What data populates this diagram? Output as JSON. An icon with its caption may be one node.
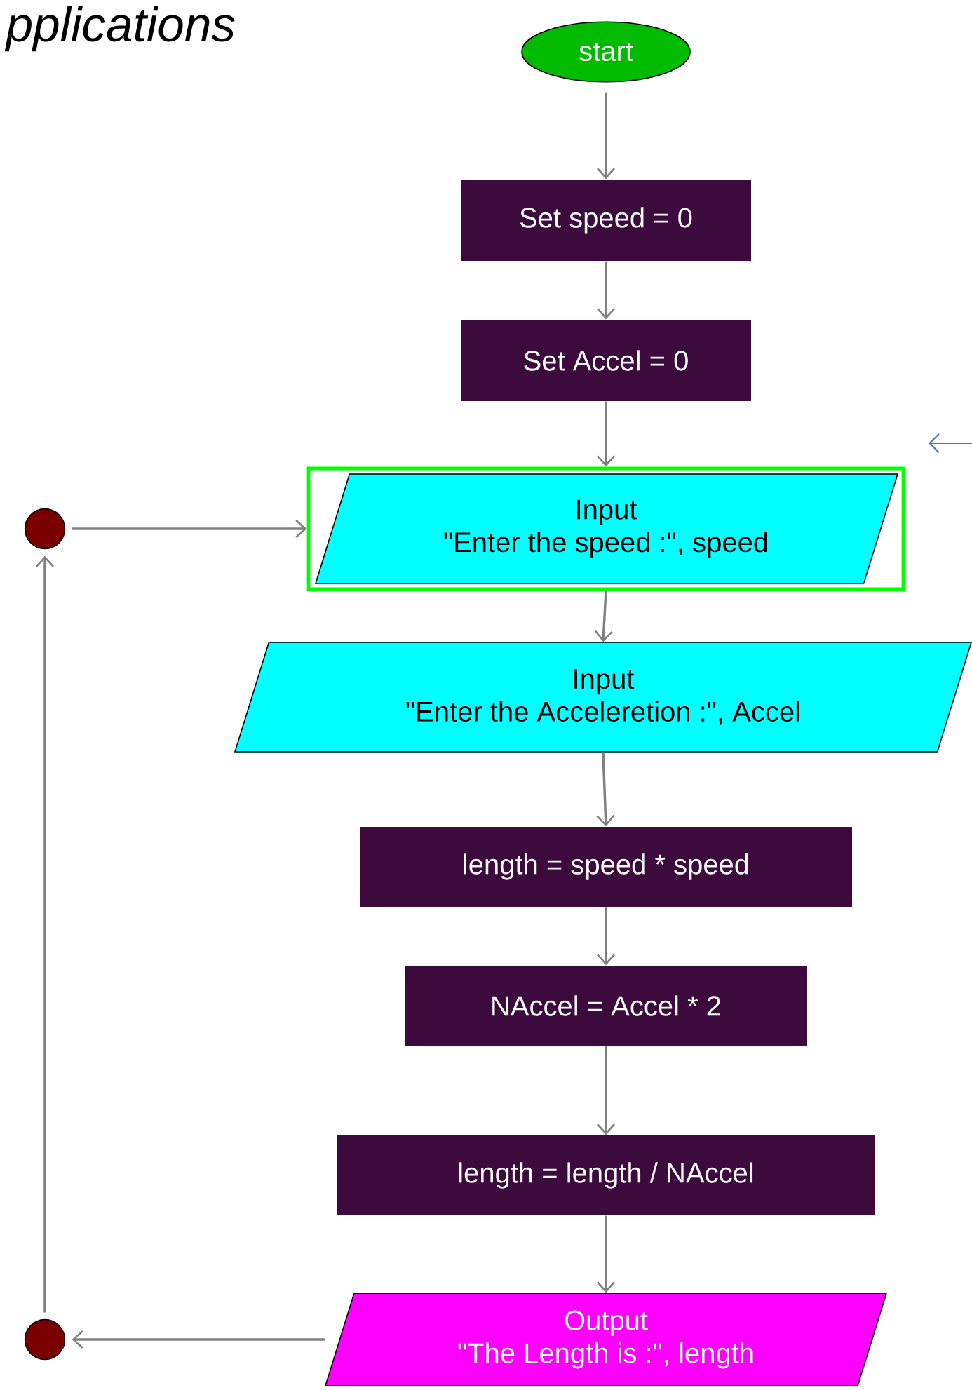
{
  "diagram": {
    "title": "pplications",
    "nodes": [
      {
        "text": [
          "start"
        ]
      },
      {
        "text": [
          "Set speed = 0"
        ]
      },
      {
        "text": [
          "Set Accel = 0"
        ]
      },
      {
        "text": [
          "Input",
          "\"Enter the speed :\", speed"
        ]
      },
      {
        "text": [
          "Input",
          "\"Enter the Acceleretion :\", Accel"
        ]
      },
      {
        "text": [
          "length = speed * speed"
        ]
      },
      {
        "text": [
          "NAccel = Accel * 2"
        ]
      },
      {
        "text": [
          "length = length / NAccel"
        ]
      },
      {
        "text": [
          "Output",
          "\"The Length is :\", length"
        ]
      },
      {
        "text": [],
        "shape": "circle"
      },
      {
        "text": [],
        "shape": "circle"
      }
    ],
    "edges": [
      {
        "from": 0,
        "to": 1,
        "arrow": "to"
      },
      {
        "from": 1,
        "to": 2,
        "arrow": "to"
      },
      {
        "from": 2,
        "to": 3,
        "arrow": "to"
      },
      {
        "from": 3,
        "to": 4,
        "arrow": "to"
      },
      {
        "from": 4,
        "to": 5,
        "arrow": "to"
      },
      {
        "from": 5,
        "to": 6,
        "arrow": "to"
      },
      {
        "from": 6,
        "to": 7,
        "arrow": "to"
      },
      {
        "from": 7,
        "to": 8,
        "arrow": "to"
      },
      {
        "from": 8,
        "to": 10,
        "arrow": "to"
      },
      {
        "from": 10,
        "to": 9,
        "arrow": "to"
      },
      {
        "from": 9,
        "to": 3,
        "arrow": "to"
      }
    ]
  }
}
